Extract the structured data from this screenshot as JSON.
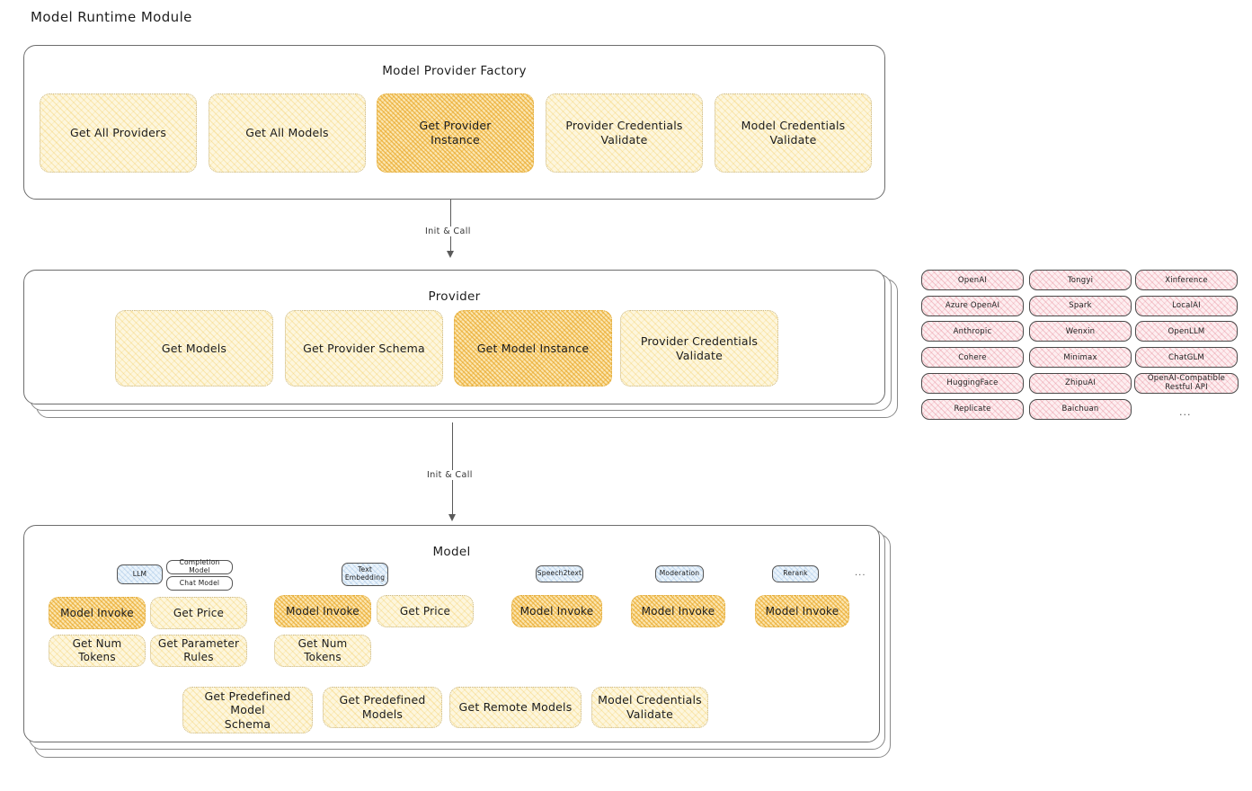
{
  "page": {
    "title": "Model Runtime Module"
  },
  "colors": {
    "chip_fill": "#fdf6dd",
    "chip_highlight_fill": "#fbe6b0",
    "chip_highlight_stroke": "#e0ab3a",
    "provider_pill_fill": "#fdeef0",
    "badge_fill": "#eaf3fb",
    "panel_stroke": "#6d6d6d",
    "arrow_stroke": "#5a5a5a"
  },
  "factory": {
    "title": "Model Provider Factory",
    "methods": [
      {
        "label": "Get All Providers",
        "highlighted": false
      },
      {
        "label": "Get All Models",
        "highlighted": false
      },
      {
        "label": "Get Provider\nInstance",
        "highlighted": true
      },
      {
        "label": "Provider Credentials\nValidate",
        "highlighted": false
      },
      {
        "label": "Model Credentials\nValidate",
        "highlighted": false
      }
    ]
  },
  "arrows": [
    {
      "label": "Init & Call",
      "from": "Model Provider Factory",
      "to": "Provider"
    },
    {
      "label": "Init & Call",
      "from": "Provider",
      "to": "Model"
    }
  ],
  "provider": {
    "title": "Provider",
    "methods": [
      {
        "label": "Get Models",
        "highlighted": false
      },
      {
        "label": "Get Provider Schema",
        "highlighted": false
      },
      {
        "label": "Get Model Instance",
        "highlighted": true
      },
      {
        "label": "Provider Credentials\nValidate",
        "highlighted": false
      }
    ]
  },
  "provider_list": {
    "columns": [
      {
        "items": [
          "OpenAI",
          "Azure OpenAI",
          "Anthropic",
          "Cohere",
          "HuggingFace",
          "Replicate"
        ]
      },
      {
        "items": [
          "Tongyi",
          "Spark",
          "Wenxin",
          "Minimax",
          "ZhipuAI",
          "Baichuan"
        ]
      },
      {
        "items": [
          "Xinference",
          "LocalAI",
          "OpenLLM",
          "ChatGLM",
          "OpenAI-Compatible Restful API"
        ]
      }
    ],
    "more": "..."
  },
  "model": {
    "title": "Model",
    "more": "...",
    "types": [
      {
        "badge": "LLM",
        "subtypes": [
          "Completion Model",
          "Chat Model"
        ],
        "methods": [
          {
            "label": "Model Invoke",
            "highlighted": true
          },
          {
            "label": "Get Price",
            "highlighted": false
          },
          {
            "label": "Get Num Tokens",
            "highlighted": false
          },
          {
            "label": "Get Parameter\nRules",
            "highlighted": false
          }
        ]
      },
      {
        "badge": "Text\nEmbedding",
        "subtypes": [],
        "methods": [
          {
            "label": "Model Invoke",
            "highlighted": true
          },
          {
            "label": "Get Price",
            "highlighted": false
          },
          {
            "label": "Get Num Tokens",
            "highlighted": false
          }
        ]
      },
      {
        "badge": "Speech2text",
        "subtypes": [],
        "methods": [
          {
            "label": "Model Invoke",
            "highlighted": true
          }
        ]
      },
      {
        "badge": "Moderation",
        "subtypes": [],
        "methods": [
          {
            "label": "Model Invoke",
            "highlighted": true
          }
        ]
      },
      {
        "badge": "Rerank",
        "subtypes": [],
        "methods": [
          {
            "label": "Model Invoke",
            "highlighted": true
          }
        ]
      }
    ],
    "shared_methods": [
      {
        "label": "Get Predefined Model\nSchema",
        "highlighted": false
      },
      {
        "label": "Get Predefined\nModels",
        "highlighted": false
      },
      {
        "label": "Get Remote Models",
        "highlighted": false
      },
      {
        "label": "Model Credentials\nValidate",
        "highlighted": false
      }
    ]
  }
}
